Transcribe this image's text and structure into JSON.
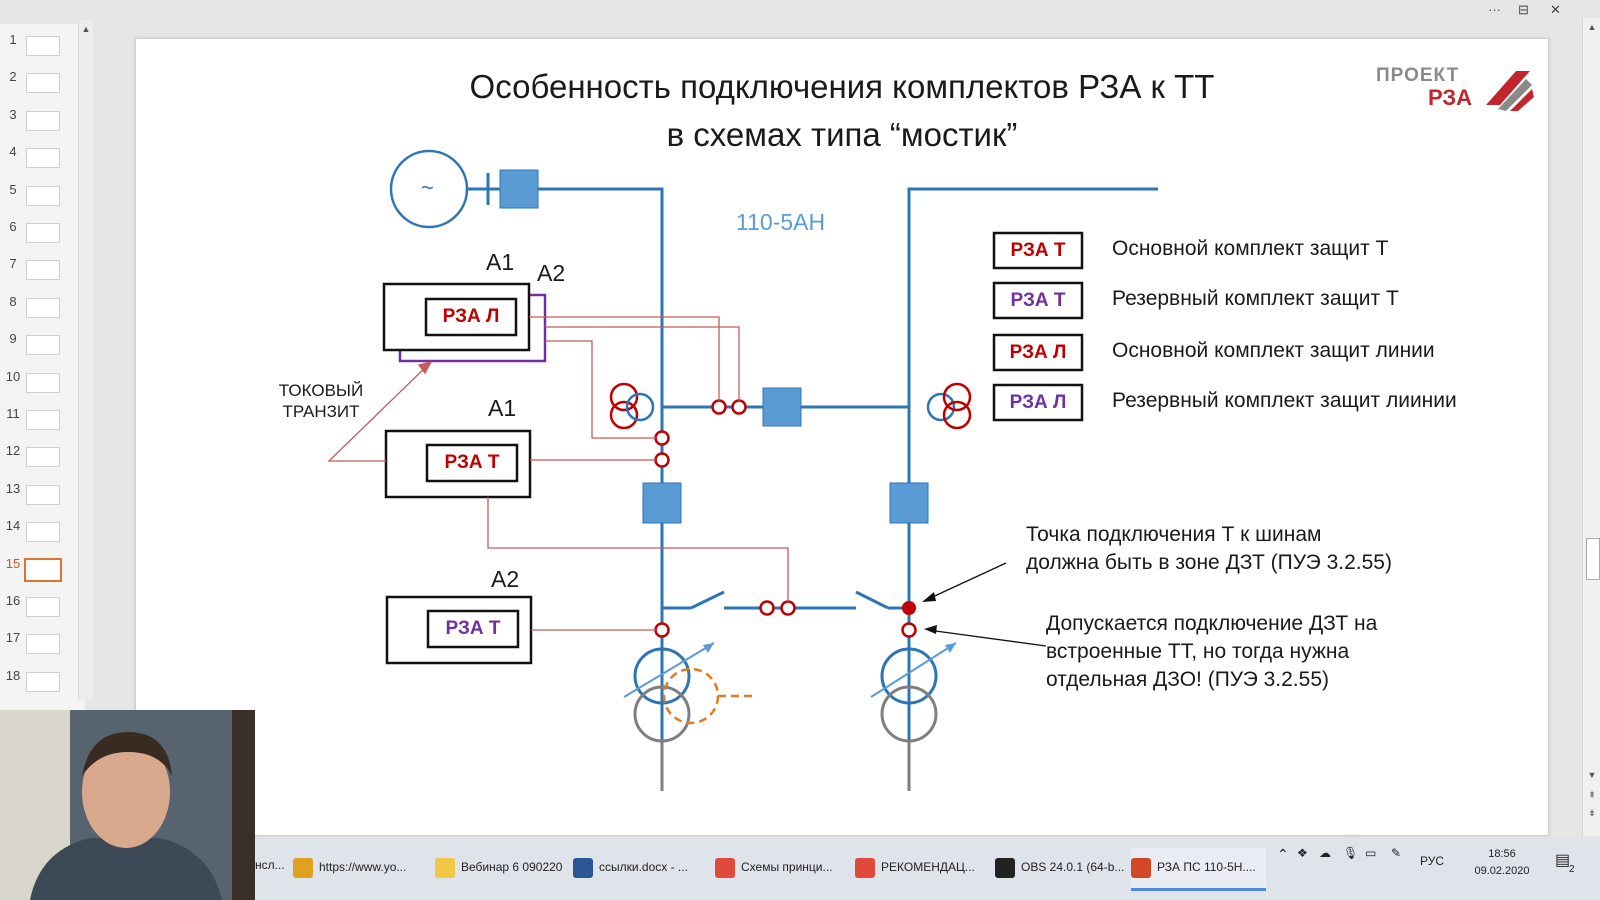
{
  "window": {
    "controls": [
      "···",
      "⊟",
      "✕"
    ]
  },
  "thumbnails": [
    {
      "num": "1"
    },
    {
      "num": "2"
    },
    {
      "num": "3"
    },
    {
      "num": "4"
    },
    {
      "num": "5"
    },
    {
      "num": "6"
    },
    {
      "num": "7"
    },
    {
      "num": "8"
    },
    {
      "num": "9"
    },
    {
      "num": "10"
    },
    {
      "num": "11"
    },
    {
      "num": "12"
    },
    {
      "num": "13"
    },
    {
      "num": "14"
    },
    {
      "num": "15",
      "active": true
    },
    {
      "num": "16"
    },
    {
      "num": "17"
    },
    {
      "num": "18"
    }
  ],
  "slide": {
    "title_line1": "Особенность подключения комплектов РЗА к ТТ",
    "title_line2": "в схемах типа “мостик”",
    "logo_line1": "ПРОЕКТ",
    "logo_line2": "РЗА",
    "generator_symbol": "~",
    "voltage": "110-5АН",
    "label_a1_top": "А1",
    "label_a2_top": "А2",
    "label_a1_mid": "А1",
    "label_a2_bottom": "А2",
    "box_rza_l": "РЗА Л",
    "box_rza_t_main": "РЗА Т",
    "box_rza_t_res": "РЗА Т",
    "transit_line1": "ТОКОВЫЙ",
    "transit_line2": "ТРАНЗИТ",
    "legend": [
      {
        "box": "РЗА Т",
        "color": "#c00000",
        "text": "Основной комплект защит Т"
      },
      {
        "box": "РЗА Т",
        "color": "#7030a0",
        "text": "Резервный комплект защит Т"
      },
      {
        "box": "РЗА Л",
        "color": "#c00000",
        "text": "Основной комплект защит линии"
      },
      {
        "box": "РЗА Л",
        "color": "#7030a0",
        "text": "Резервный комплект защит лиинии"
      }
    ],
    "note1_line1": "Точка подключения Т к шинам",
    "note1_line2": "должна быть в зоне ДЗТ (ПУЭ 3.2.55)",
    "note2_line1": "Допускается подключение ДЗТ на",
    "note2_line2": "встроенные ТТ, но тогда нужна",
    "note2_line3": "отдельная ДЗО! (ПУЭ 3.2.55)"
  },
  "colors": {
    "blue": "#2e75b6",
    "red": "#c00000",
    "purple": "#7030a0",
    "orange": "#e07b20",
    "gray": "#7f7f7f"
  },
  "taskbar": {
    "items": [
      {
        "label": "нсл...",
        "icon": "document-icon",
        "color": "#ffffff"
      },
      {
        "label": "https://www.yo...",
        "icon": "chrome-icon",
        "color": "#e0a020"
      },
      {
        "label": "Вебинар 6 090220",
        "icon": "folder-icon",
        "color": "#f2c744"
      },
      {
        "label": "ссылки.docx - ...",
        "icon": "word-icon",
        "color": "#2b5797"
      },
      {
        "label": "Схемы принци...",
        "icon": "pdf-icon",
        "color": "#e04a3a"
      },
      {
        "label": "РЕКОМЕНДАЦ...",
        "icon": "pdf-icon",
        "color": "#e04a3a"
      },
      {
        "label": "OBS 24.0.1 (64-b...",
        "icon": "obs-icon",
        "color": "#222222"
      },
      {
        "label": "РЗА ПС 110-5Н....",
        "icon": "powerpoint-icon",
        "color": "#d24726",
        "active": true
      }
    ],
    "lang": "РУС",
    "time": "18:56",
    "date": "09.02.2020",
    "notifications": "2"
  }
}
